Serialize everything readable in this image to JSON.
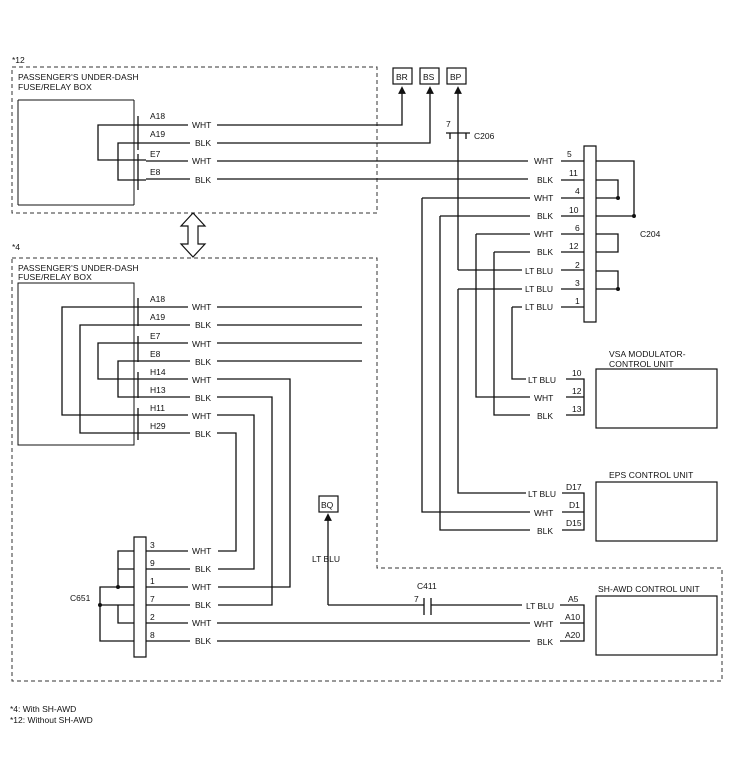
{
  "notes": {
    "n12": "*12",
    "n4": "*4",
    "footnote_4": "*4: With SH-AWD",
    "footnote_12": "*12: Without SH-AWD"
  },
  "fuse_box_12": {
    "title_1": "PASSENGER'S UNDER-DASH",
    "title_2": "FUSE/RELAY BOX",
    "pins": [
      "A18",
      "A19",
      "E7",
      "E8"
    ],
    "wires": [
      "WHT",
      "BLK",
      "WHT",
      "BLK"
    ]
  },
  "fuse_box_4": {
    "title_1": "PASSENGER'S UNDER-DASH",
    "title_2": "FUSE/RELAY BOX",
    "pins": [
      "A18",
      "A19",
      "E7",
      "E8",
      "H14",
      "H13",
      "H11",
      "H29"
    ],
    "wires": [
      "WHT",
      "BLK",
      "WHT",
      "BLK",
      "WHT",
      "BLK",
      "WHT",
      "BLK"
    ]
  },
  "connectors_top": [
    "BR",
    "BS",
    "BP"
  ],
  "bq": "BQ",
  "bq_wire": "LT BLU",
  "c206": {
    "name": "C206",
    "pin": "7"
  },
  "c204": {
    "name": "C204",
    "pins": [
      "5",
      "11",
      "4",
      "10",
      "6",
      "12",
      "2",
      "3",
      "1"
    ],
    "wires": [
      "WHT",
      "BLK",
      "WHT",
      "BLK",
      "WHT",
      "BLK",
      "LT BLU",
      "LT BLU",
      "LT BLU"
    ]
  },
  "c651": {
    "name": "C651",
    "pins": [
      "3",
      "9",
      "1",
      "7",
      "2",
      "8"
    ],
    "wires": [
      "WHT",
      "BLK",
      "WHT",
      "BLK",
      "WHT",
      "BLK"
    ]
  },
  "c411": {
    "name": "C411",
    "pin": "7"
  },
  "vsa": {
    "title_1": "VSA MODULATOR-",
    "title_2": "CONTROL UNIT",
    "pins": [
      "10",
      "12",
      "13"
    ],
    "wires": [
      "LT BLU",
      "WHT",
      "BLK"
    ]
  },
  "eps": {
    "title": "EPS CONTROL UNIT",
    "pins": [
      "D17",
      "D1",
      "D15"
    ],
    "wires": [
      "LT BLU",
      "WHT",
      "BLK"
    ]
  },
  "shawd": {
    "title": "SH-AWD CONTROL UNIT",
    "pins": [
      "A5",
      "A10",
      "A20"
    ],
    "wires": [
      "LT BLU",
      "WHT",
      "BLK"
    ]
  }
}
